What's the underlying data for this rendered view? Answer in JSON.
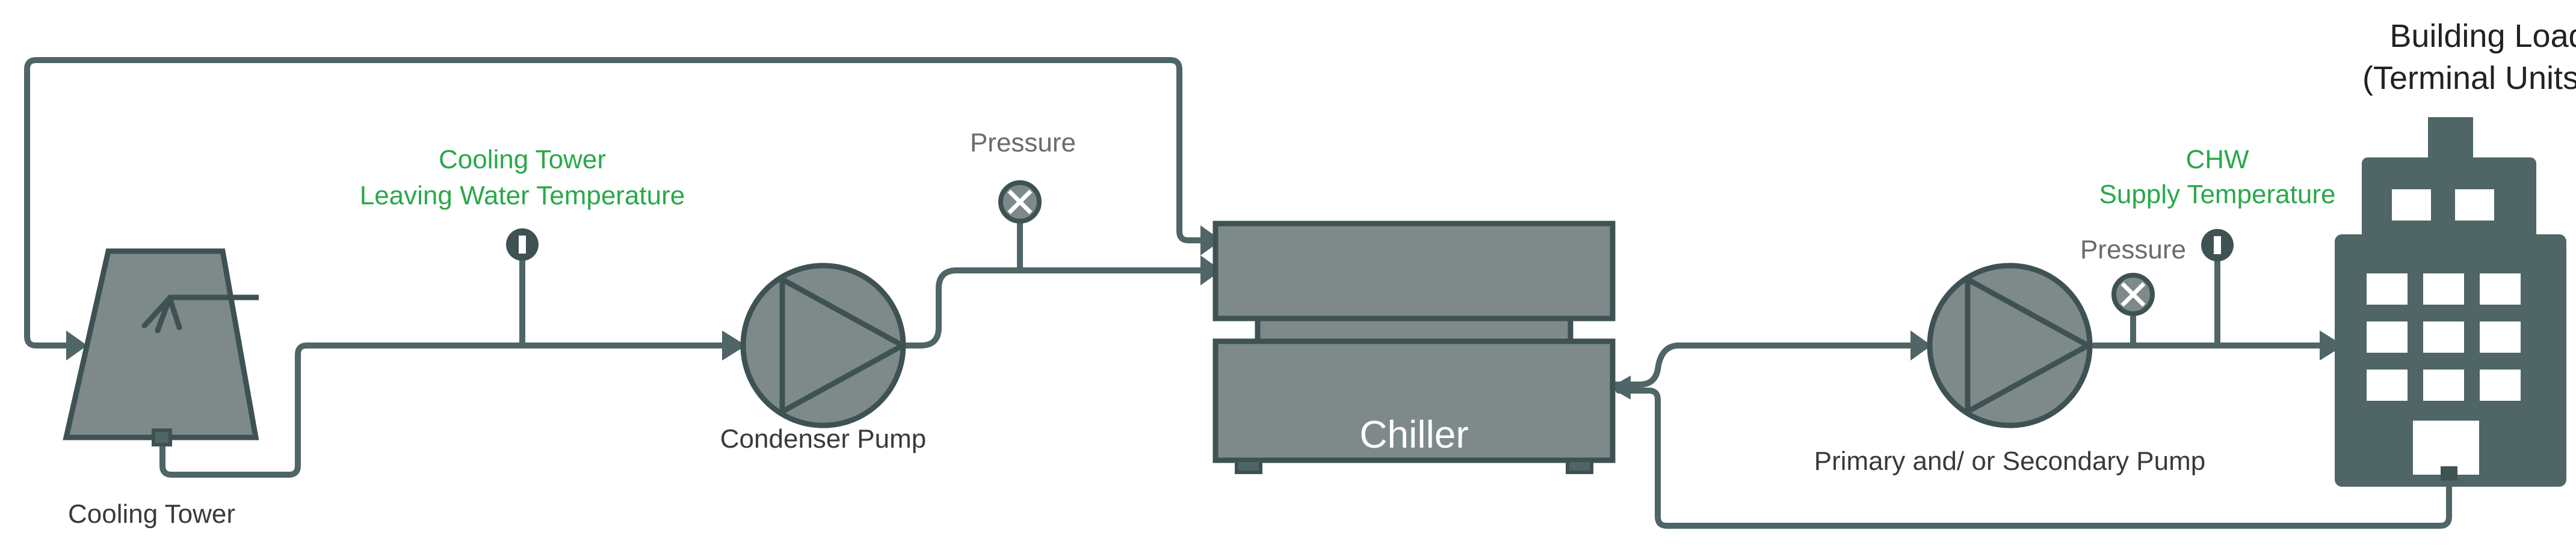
{
  "labels": {
    "cooling_tower": "Cooling Tower",
    "cooling_tower_lwt_line1": "Cooling Tower",
    "cooling_tower_lwt_line2": "Leaving Water Temperature",
    "condenser_pump": "Condenser Pump",
    "pressure_condenser": "Pressure",
    "chiller": "Chiller",
    "chw_line1": "CHW",
    "chw_line2": "Supply Temperature",
    "pressure_chw": "Pressure",
    "primary_pump": "Primary and/ or Secondary Pump",
    "building_load_line1": "Building Load",
    "building_load_line2": "(Terminal Units)"
  },
  "colors": {
    "equipment_fill": "#7d8a89",
    "equipment_stroke": "#3f5253",
    "pipe": "#4f6566",
    "label_green": "#2aa84a",
    "label_gray": "#6b6b6b",
    "label_dark": "#3a3a3a"
  }
}
